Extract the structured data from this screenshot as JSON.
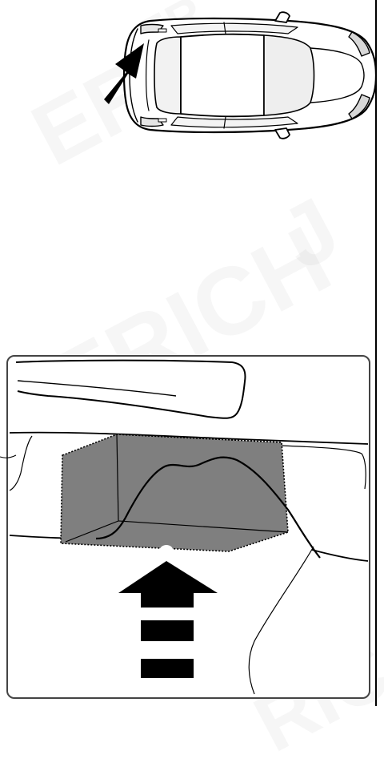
{
  "watermark": {
    "text_1": "ER",
    "text_2": "ERICH",
    "text_3": "J",
    "text_4": "RIC",
    "text_5": "ER",
    "text_6": "ER"
  },
  "colors": {
    "line": "#000000",
    "background": "#ffffff",
    "obstacle_fill": "#7f7f7f",
    "car_glass": "#eeeeee",
    "frame_border": "#444444"
  }
}
